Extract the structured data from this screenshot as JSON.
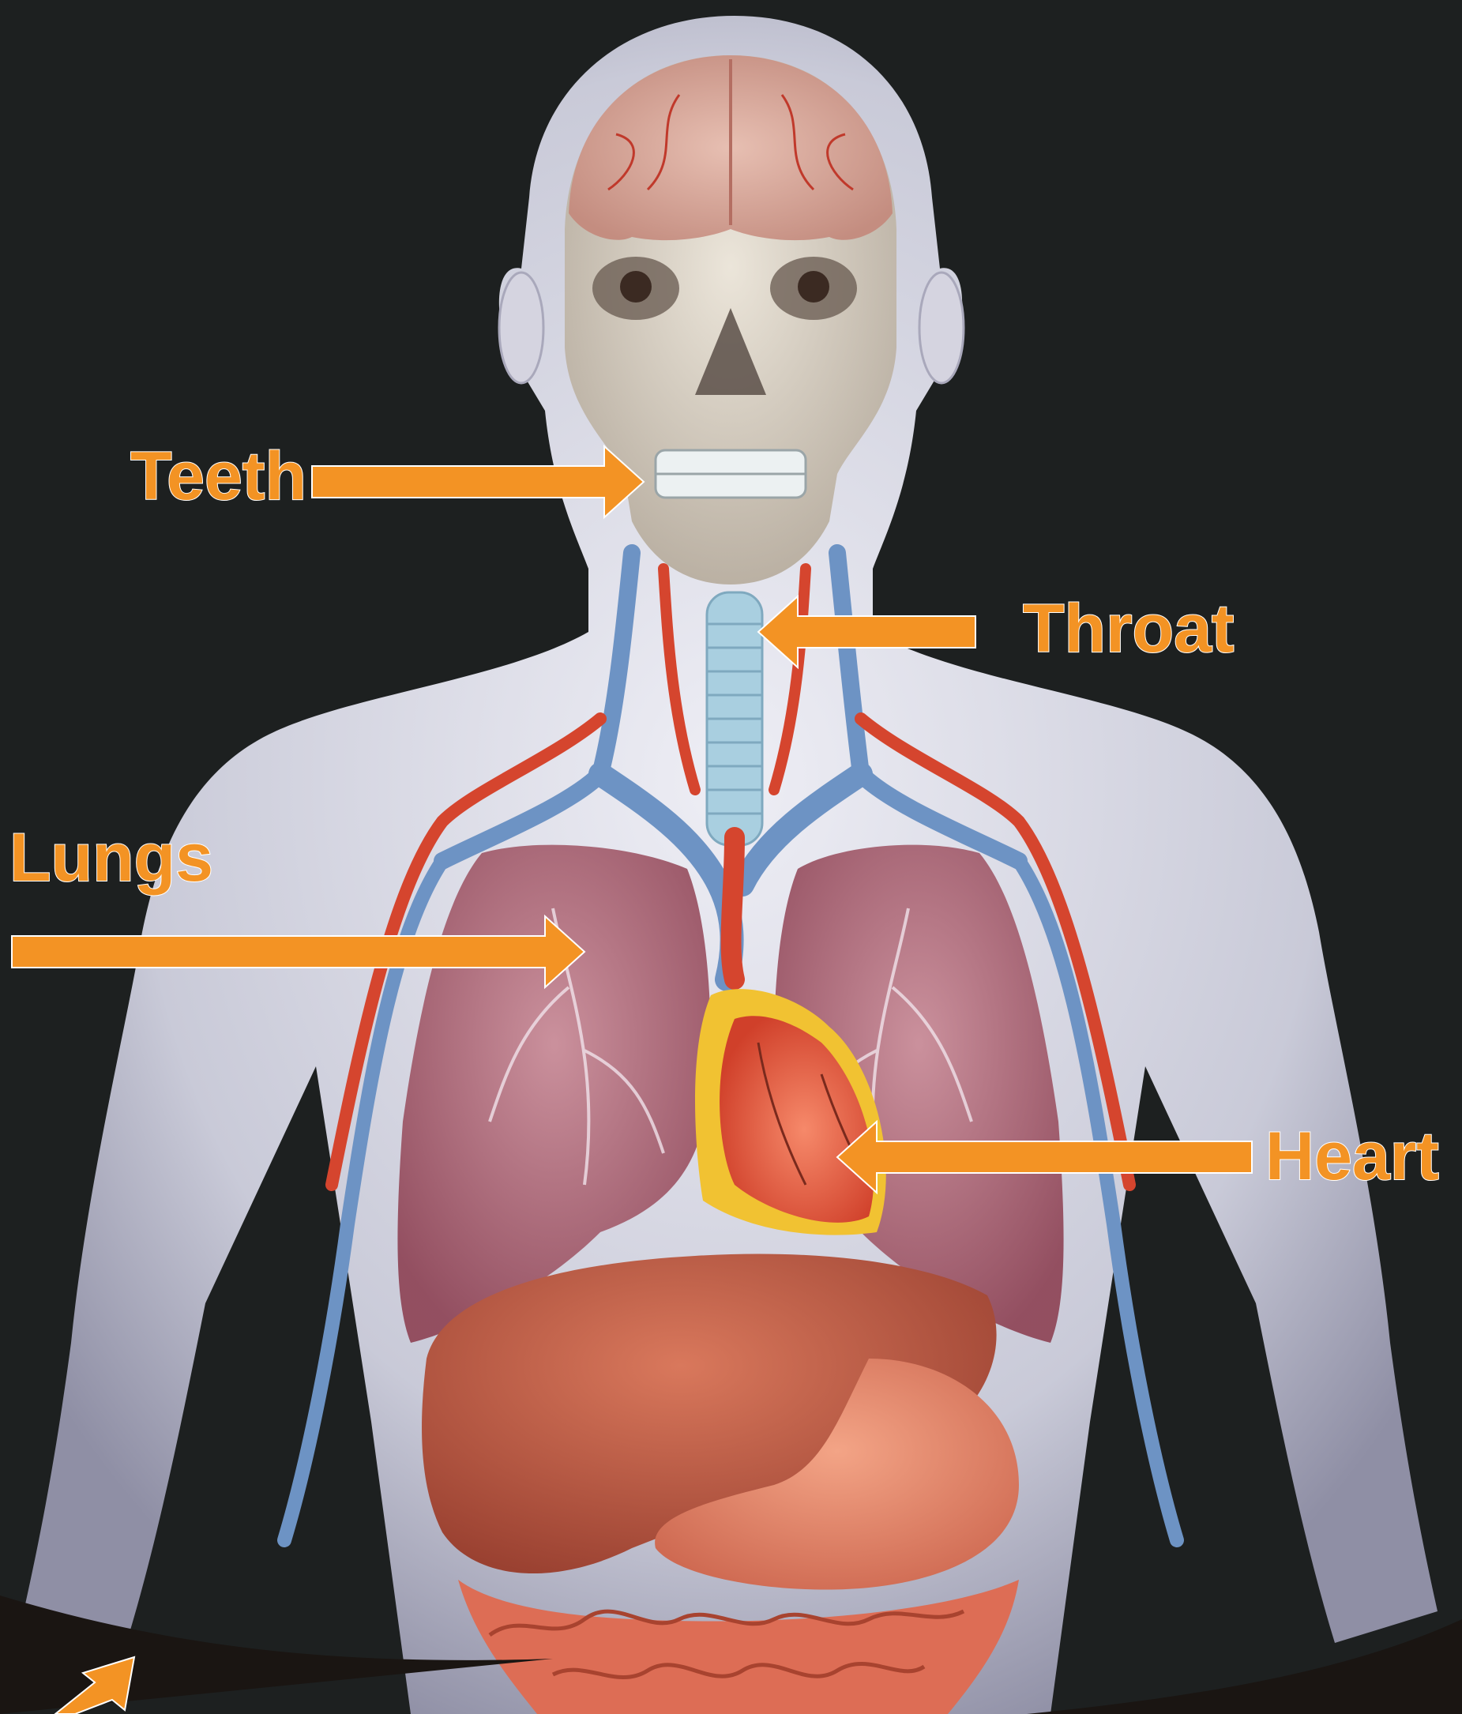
{
  "colors": {
    "background": "#1d2020",
    "label": "#f39324",
    "label_outline": "#ffffff",
    "skin": "#cfd0dc",
    "lung": "#a95a6c",
    "heart": "#e8563a",
    "fat": "#f1c232",
    "liver": "#b9563f",
    "stomach": "#e2836a",
    "intestine": "#e0725a",
    "artery": "#d5452e",
    "vein": "#6d93c4",
    "trachea": "#a9cfe0",
    "skull": "#ddd5c6",
    "brain": "#d9a596"
  },
  "labels": {
    "teeth": "Teeth",
    "throat": "Throat",
    "lungs": "Lungs",
    "heart": "Heart"
  },
  "icons": {
    "pointer": "orange-arrow-icon"
  }
}
